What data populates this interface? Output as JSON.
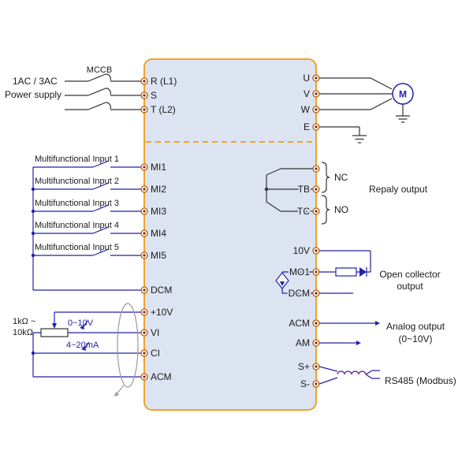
{
  "colors": {
    "box_fill": "#dce4f2",
    "box_border": "#f0a22e",
    "wire_blue": "#2222a8",
    "wire_dark": "#333333",
    "terminal_ring": "#c05a00",
    "coil_purple": "#7030a0",
    "shield_gray": "#999999"
  },
  "power": {
    "mccb": "MCCB",
    "supply_line1": "1AC / 3AC",
    "supply_line2": "Power supply",
    "r": "R (L1)",
    "s": "S",
    "t": "T (L2)",
    "u": "U",
    "v": "V",
    "w": "W",
    "e": "E",
    "motor": "M"
  },
  "digital_inputs": {
    "items": [
      {
        "label": "Multifunctional Input 1",
        "terminal": "MI1"
      },
      {
        "label": "Multifunctional Input 2",
        "terminal": "MI2"
      },
      {
        "label": "Multifunctional Input 3",
        "terminal": "MI3"
      },
      {
        "label": "Multifunctional Input 4",
        "terminal": "MI4"
      },
      {
        "label": "Multifunctional Input 5",
        "terminal": "MI5"
      }
    ],
    "common": "DCM"
  },
  "analog_inputs": {
    "pot_line1": "1kΩ ~",
    "pot_line2": "10kΩ",
    "voltage_range": "0~10V",
    "current_range": "4~20mA",
    "t_10v": "+10V",
    "t_vi": "VI",
    "t_ci": "CI",
    "t_acm": "ACM"
  },
  "relay_output": {
    "t_tb": "TB",
    "t_tc": "TC",
    "nc": "NC",
    "no": "NO",
    "caption": "Repaly output"
  },
  "open_collector": {
    "t_10v": "10V",
    "t_mo1": "MO1",
    "t_dcm": "DCM",
    "caption_line1": "Open collector",
    "caption_line2": "output"
  },
  "analog_output": {
    "t_acm": "ACM",
    "t_am": "AM",
    "caption_line1": "Analog output",
    "caption_line2": "(0~10V)"
  },
  "rs485": {
    "t_splus": "S+",
    "t_sminus": "S-",
    "caption": "RS485 (Modbus)"
  }
}
